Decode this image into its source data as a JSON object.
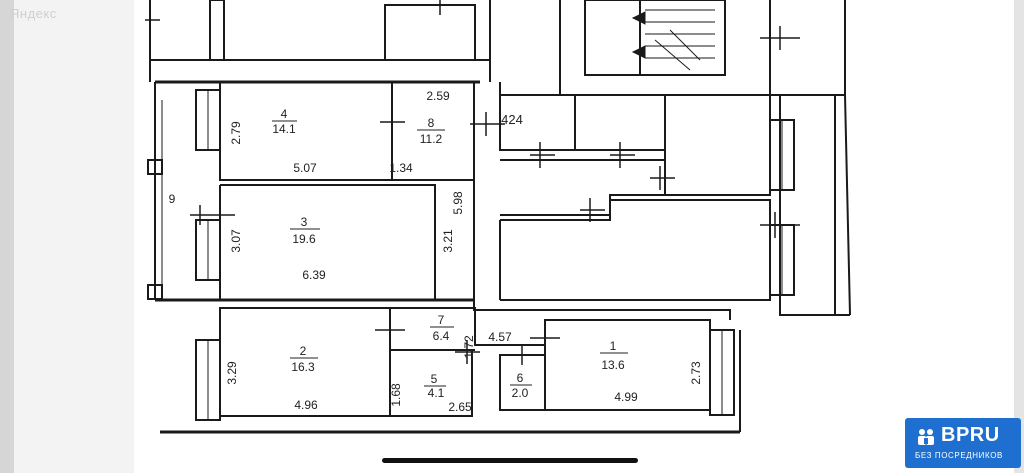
{
  "watermark": "Яндекс",
  "rooms": [
    {
      "id": "room-4",
      "number": "4",
      "area": "14.1"
    },
    {
      "id": "room-8",
      "number": "8",
      "area": "11.2"
    },
    {
      "id": "room-3",
      "number": "3",
      "area": "19.6"
    },
    {
      "id": "room-7",
      "number": "7",
      "area": "6.4"
    },
    {
      "id": "room-2",
      "number": "2",
      "area": "16.3"
    },
    {
      "id": "room-5",
      "number": "5",
      "area": "4.1"
    },
    {
      "id": "room-6",
      "number": "6",
      "area": "2.0"
    },
    {
      "id": "room-1",
      "number": "1",
      "area": "13.6"
    },
    {
      "id": "room-9",
      "number": "9"
    }
  ],
  "dimensions": {
    "d_279": "2.79",
    "d_259": "2.59",
    "d_424": "424",
    "d_507": "5.07",
    "d_134": "1.34",
    "d_598": "5.98",
    "d_307": "3.07",
    "d_321": "3.21",
    "d_639": "6.39",
    "d_172": "1.72",
    "d_457": "4.57",
    "d_329": "3.29",
    "d_273": "2.73",
    "d_168": "1.68",
    "d_496": "4.96",
    "d_265": "2.65",
    "d_499": "4.99"
  },
  "logo": {
    "brand": "BPRU",
    "tagline": "БЕЗ ПОСРЕДНИКОВ",
    "color": "#1f6fd1"
  }
}
